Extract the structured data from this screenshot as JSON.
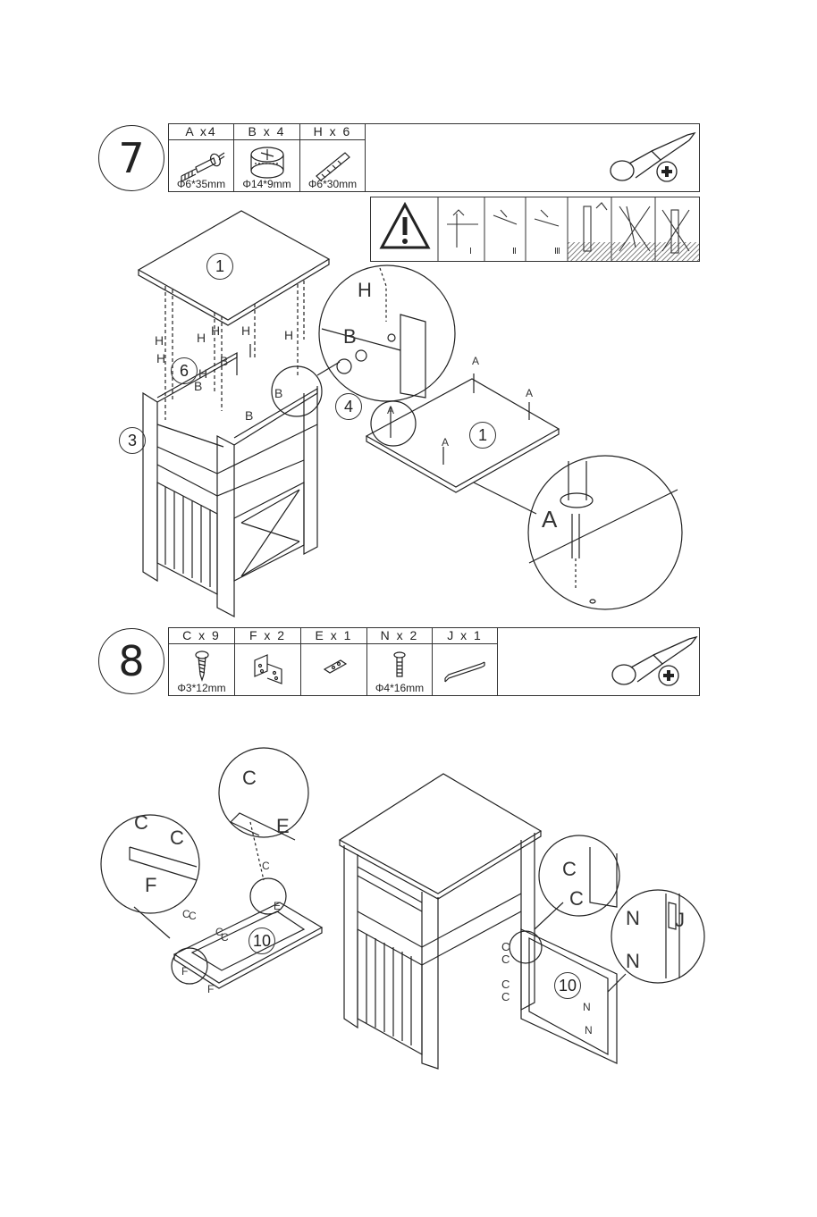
{
  "step7": {
    "number": "7",
    "parts": [
      {
        "label": "A x4",
        "size": "Φ6*35mm",
        "icon": "dowel-cam-bolt-icon"
      },
      {
        "label": "B x 4",
        "size": "Φ14*9mm",
        "icon": "cam-lock-icon"
      },
      {
        "label": "H x 6",
        "size": "Φ6*30mm",
        "icon": "wood-dowel-icon"
      }
    ],
    "tool_icon": "phillips-screwdriver-icon",
    "warning_icon": "warning-triangle-icon",
    "warning_steps": [
      "Ⅰ",
      "Ⅱ",
      "Ⅲ"
    ],
    "labels": {
      "panel1": "1",
      "panel6": "6",
      "panel3": "3",
      "panel4": "4",
      "panel1b": "1",
      "H": "H",
      "B": "B",
      "A": "A"
    }
  },
  "step8": {
    "number": "8",
    "parts": [
      {
        "label": "C x 9",
        "size": "Φ3*12mm",
        "icon": "wood-screw-icon"
      },
      {
        "label": "F x 2",
        "size": "",
        "icon": "hinge-icon"
      },
      {
        "label": "E x 1",
        "size": "",
        "icon": "magnet-catch-plate-icon"
      },
      {
        "label": "N x 2",
        "size": "Φ4*16mm",
        "icon": "machine-screw-icon"
      },
      {
        "label": "J x 1",
        "size": "",
        "icon": "handle-icon"
      }
    ],
    "tool_icon": "phillips-screwdriver-icon",
    "labels": {
      "C": "C",
      "E": "E",
      "F": "F",
      "N": "N",
      "J": "J",
      "panel10": "10"
    }
  }
}
